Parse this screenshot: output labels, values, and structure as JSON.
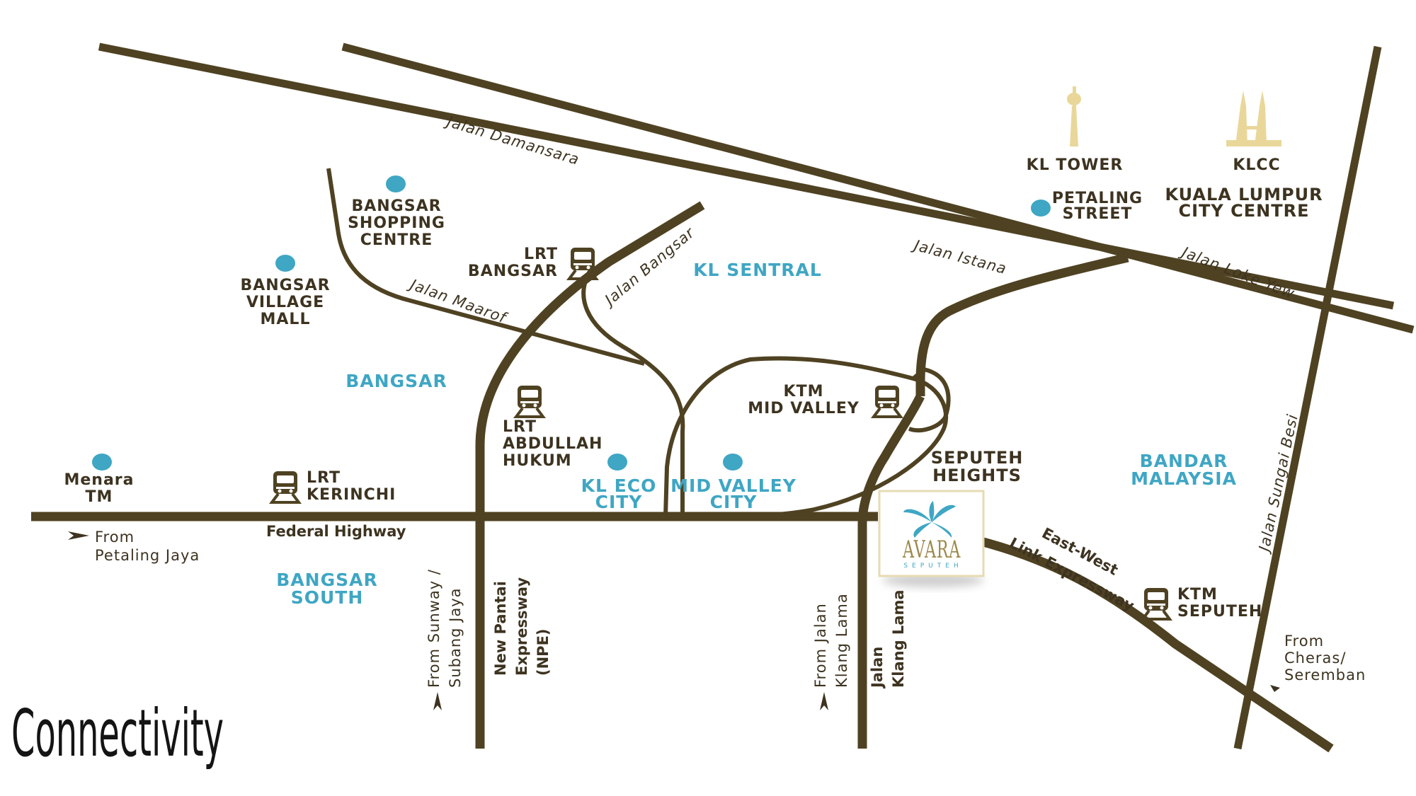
{
  "title": "Connectivity",
  "areas": {
    "kl_sentral": "KL SENTRAL",
    "bangsar": "BANGSAR",
    "bangsar_south": [
      "BANGSAR",
      "SOUTH"
    ],
    "bandar_malaysia": [
      "BANDAR",
      "MALAYSIA"
    ],
    "kl_eco_city": [
      "KL ECO",
      "CITY"
    ],
    "mid_valley_city": [
      "MID VALLEY",
      "CITY"
    ]
  },
  "places": {
    "bangsar_shopping_centre": [
      "BANGSAR",
      "SHOPPING",
      "CENTRE"
    ],
    "bangsar_village_mall": [
      "BANGSAR",
      "VILLAGE",
      "MALL"
    ],
    "menara_tm": [
      "Menara",
      "TM"
    ],
    "petaling_street": [
      "PETALING",
      "STREET"
    ],
    "kl_tower": "KL TOWER",
    "klcc": "KLCC",
    "kuala_lumpur_city_centre": [
      "KUALA LUMPUR",
      "CITY CENTRE"
    ],
    "seputeh_heights": [
      "SEPUTEH",
      "HEIGHTS"
    ]
  },
  "stations": {
    "lrt_bangsar": [
      "LRT",
      "BANGSAR"
    ],
    "lrt_abdullah_hukum": [
      "LRT",
      "ABDULLAH",
      "HUKUM"
    ],
    "lrt_kerinchi": [
      "LRT",
      "KERINCHI"
    ],
    "ktm_mid_valley": [
      "KTM",
      "MID VALLEY"
    ],
    "ktm_seputeh": [
      "KTM",
      "SEPUTEH"
    ]
  },
  "streets": {
    "jalan_damansara": "Jalan Damansara",
    "jalan_istana": "Jalan Istana",
    "jalan_loke_yew": "Jalan Loke Yew",
    "jalan_bangsar": "Jalan Bangsar",
    "jalan_maarof": "Jalan Maarof",
    "federal_highway": "Federal Highway",
    "east_west_link": [
      "East-West",
      "Link Expressway"
    ],
    "jalan_sungai_besi": "Jalan Sungai Besi",
    "npe": [
      "New Pantai",
      "Expressway",
      "(NPE)"
    ],
    "jalan_klang_lama": [
      "Jalan",
      "Klang Lama"
    ]
  },
  "directions": {
    "from_pj": [
      "From",
      "Petaling Jaya"
    ],
    "from_sunway": [
      "From Sunway /",
      "Subang Jaya"
    ],
    "from_klang_lama": [
      "From Jalan",
      "Klang Lama"
    ],
    "from_cheras": [
      "From",
      "Cheras/",
      "Seremban"
    ]
  },
  "logo": {
    "name": "AVARA",
    "sub": "SEPUTEH"
  },
  "colors": {
    "road": "#4f4222",
    "area_text": "#3fa6c4",
    "landmark_gold": "#e9d79a",
    "logo_border": "#e6dbb3"
  },
  "icons": {
    "station": "train-icon",
    "poi": "location-dot-icon",
    "kl_tower": "kl-tower-icon",
    "klcc": "petronas-towers-icon",
    "direction": "arrow-icon",
    "logo": "leaf-logo-icon"
  }
}
